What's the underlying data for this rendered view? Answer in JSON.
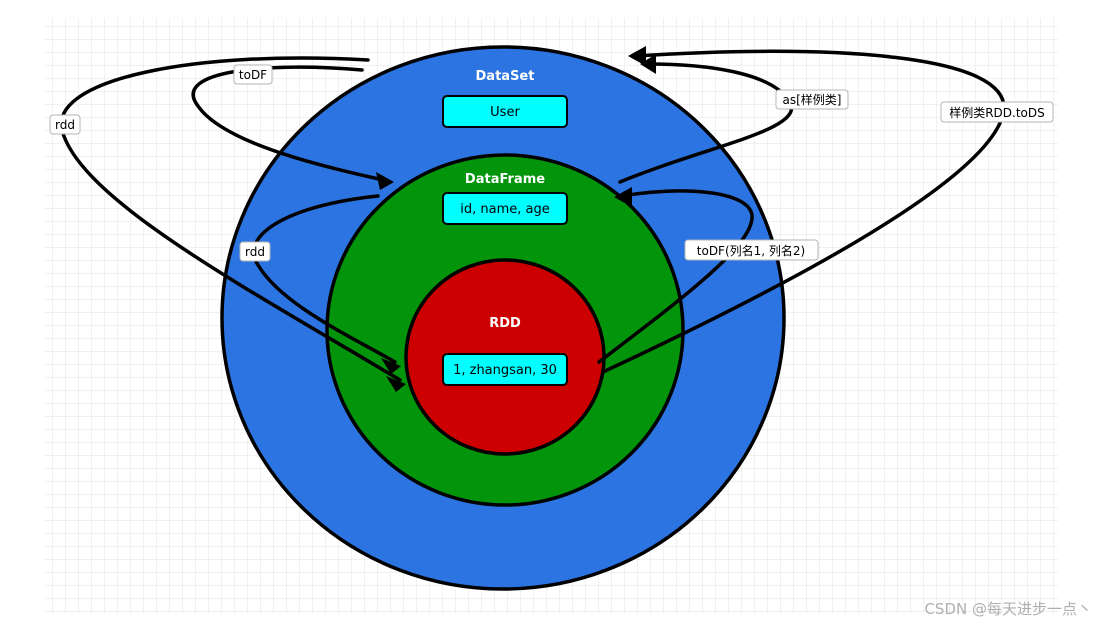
{
  "colors": {
    "grid_bg": "#f5f5f5",
    "grid_line": "#e3e3e3",
    "dataset_fill": "#2b74e2",
    "dataframe_fill": "#02940a",
    "rdd_fill": "#cc0000",
    "box_fill": "#00ffff",
    "outline": "#000000",
    "tag_fill": "#ffffff",
    "tag_border": "#b5b5b5"
  },
  "circles": {
    "dataset": {
      "title": "DataSet",
      "field": "User"
    },
    "dataframe": {
      "title": "DataFrame",
      "field": "id, name, age"
    },
    "rdd": {
      "title": "RDD",
      "field": "1, zhangsan, 30"
    }
  },
  "arrows": {
    "todf_from_dataset": "toDF",
    "rdd_from_dataset": "rdd",
    "rdd_from_dataframe": "rdd",
    "as_case_class": "as[样例类]",
    "case_class_rdd_tods": "样例类RDD.toDS",
    "todf_with_columns": "toDF(列名1, 列名2)"
  },
  "watermark": "CSDN @每天进步一点丶"
}
